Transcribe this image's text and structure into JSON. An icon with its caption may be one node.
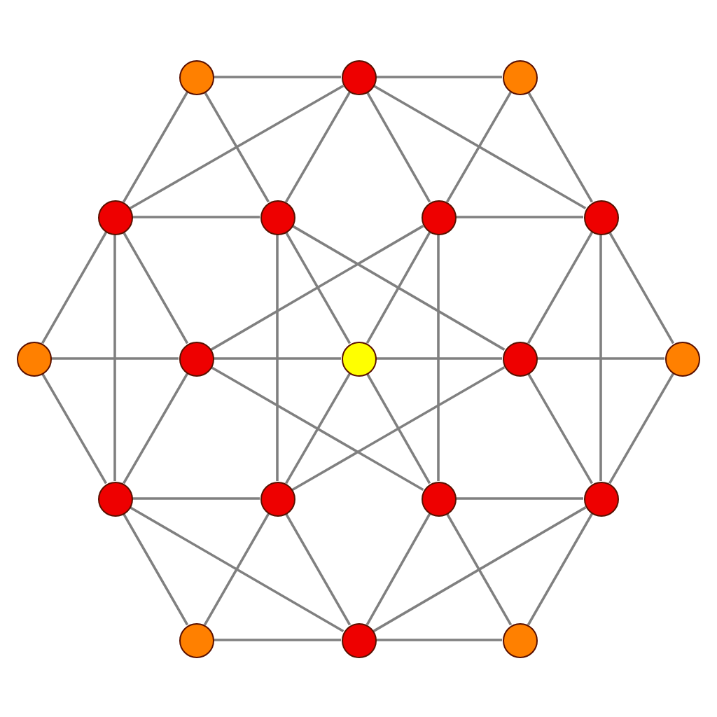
{
  "diagram": {
    "nodes": [
      {
        "text": [],
        "shape": "circle"
      },
      {
        "text": [],
        "shape": "circle"
      },
      {
        "text": [],
        "shape": "circle"
      },
      {
        "text": [],
        "shape": "circle"
      },
      {
        "text": [],
        "shape": "circle"
      },
      {
        "text": [],
        "shape": "circle"
      },
      {
        "text": [],
        "shape": "circle"
      },
      {
        "text": [],
        "shape": "circle"
      },
      {
        "text": [],
        "shape": "circle"
      },
      {
        "text": [],
        "shape": "circle"
      },
      {
        "text": [],
        "shape": "circle"
      },
      {
        "text": [],
        "shape": "circle"
      },
      {
        "text": [],
        "shape": "circle"
      },
      {
        "text": [],
        "shape": "circle"
      },
      {
        "text": [],
        "shape": "circle"
      },
      {
        "text": [],
        "shape": "circle"
      },
      {
        "text": [],
        "shape": "circle"
      },
      {
        "text": [],
        "shape": "circle"
      },
      {
        "text": [],
        "shape": "circle"
      }
    ],
    "edges": [
      {
        "from": 0,
        "to": 1,
        "arrow": "none"
      },
      {
        "from": 1,
        "to": 2,
        "arrow": "none"
      },
      {
        "from": 0,
        "to": 3,
        "arrow": "none"
      },
      {
        "from": 0,
        "to": 4,
        "arrow": "none"
      },
      {
        "from": 1,
        "to": 3,
        "arrow": "none"
      },
      {
        "from": 1,
        "to": 4,
        "arrow": "none"
      },
      {
        "from": 1,
        "to": 5,
        "arrow": "none"
      },
      {
        "from": 1,
        "to": 6,
        "arrow": "none"
      },
      {
        "from": 2,
        "to": 5,
        "arrow": "none"
      },
      {
        "from": 2,
        "to": 6,
        "arrow": "none"
      },
      {
        "from": 3,
        "to": 4,
        "arrow": "none"
      },
      {
        "from": 5,
        "to": 6,
        "arrow": "none"
      },
      {
        "from": 3,
        "to": 7,
        "arrow": "none"
      },
      {
        "from": 3,
        "to": 8,
        "arrow": "none"
      },
      {
        "from": 3,
        "to": 12,
        "arrow": "none"
      },
      {
        "from": 4,
        "to": 9,
        "arrow": "none"
      },
      {
        "from": 4,
        "to": 10,
        "arrow": "none"
      },
      {
        "from": 4,
        "to": 13,
        "arrow": "none"
      },
      {
        "from": 5,
        "to": 8,
        "arrow": "none"
      },
      {
        "from": 5,
        "to": 9,
        "arrow": "none"
      },
      {
        "from": 5,
        "to": 14,
        "arrow": "none"
      },
      {
        "from": 6,
        "to": 10,
        "arrow": "none"
      },
      {
        "from": 6,
        "to": 11,
        "arrow": "none"
      },
      {
        "from": 6,
        "to": 15,
        "arrow": "none"
      },
      {
        "from": 7,
        "to": 8,
        "arrow": "none"
      },
      {
        "from": 8,
        "to": 9,
        "arrow": "none"
      },
      {
        "from": 9,
        "to": 10,
        "arrow": "none"
      },
      {
        "from": 10,
        "to": 11,
        "arrow": "none"
      },
      {
        "from": 7,
        "to": 12,
        "arrow": "none"
      },
      {
        "from": 8,
        "to": 12,
        "arrow": "none"
      },
      {
        "from": 8,
        "to": 14,
        "arrow": "none"
      },
      {
        "from": 9,
        "to": 13,
        "arrow": "none"
      },
      {
        "from": 9,
        "to": 14,
        "arrow": "none"
      },
      {
        "from": 10,
        "to": 13,
        "arrow": "none"
      },
      {
        "from": 10,
        "to": 15,
        "arrow": "none"
      },
      {
        "from": 11,
        "to": 15,
        "arrow": "none"
      },
      {
        "from": 12,
        "to": 13,
        "arrow": "none"
      },
      {
        "from": 14,
        "to": 15,
        "arrow": "none"
      },
      {
        "from": 12,
        "to": 16,
        "arrow": "none"
      },
      {
        "from": 12,
        "to": 17,
        "arrow": "none"
      },
      {
        "from": 13,
        "to": 16,
        "arrow": "none"
      },
      {
        "from": 13,
        "to": 17,
        "arrow": "none"
      },
      {
        "from": 14,
        "to": 17,
        "arrow": "none"
      },
      {
        "from": 14,
        "to": 18,
        "arrow": "none"
      },
      {
        "from": 15,
        "to": 17,
        "arrow": "none"
      },
      {
        "from": 15,
        "to": 18,
        "arrow": "none"
      },
      {
        "from": 16,
        "to": 17,
        "arrow": "none"
      },
      {
        "from": 17,
        "to": 18,
        "arrow": "none"
      }
    ]
  }
}
